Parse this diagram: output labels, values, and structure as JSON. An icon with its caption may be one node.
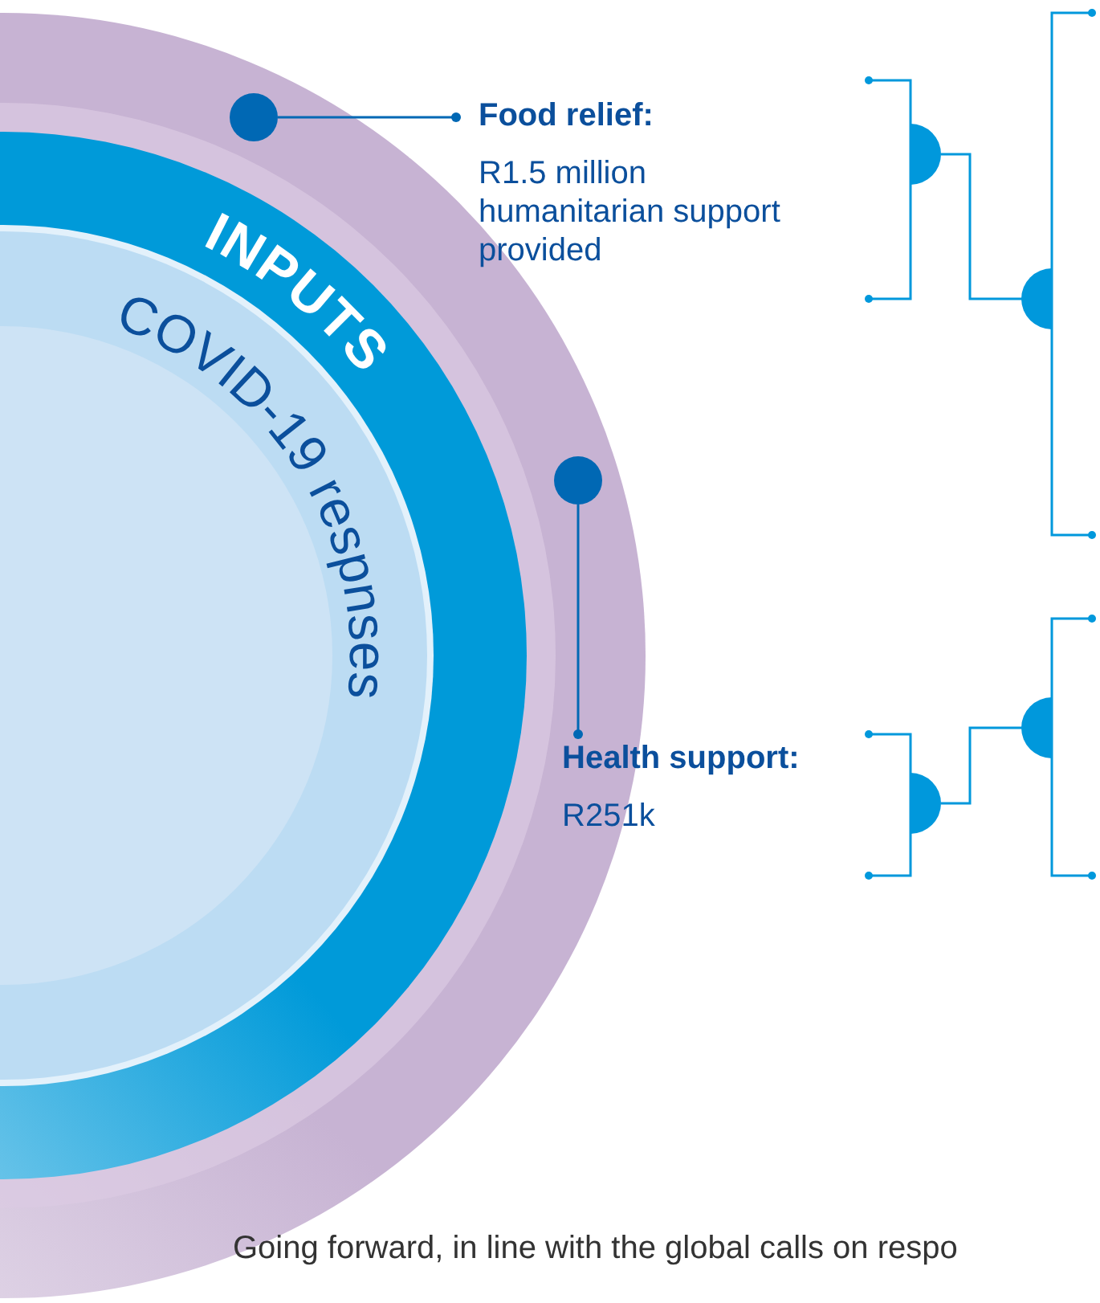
{
  "diagram": {
    "nodes": [
      {
        "text": [],
        "shape": "circle"
      },
      {
        "text": [
          "Food relief:",
          "R1.5 million humanitarian support provided"
        ]
      },
      {
        "text": [],
        "shape": "circle"
      },
      {
        "text": [
          "Health support:",
          "R251k"
        ]
      }
    ],
    "edges": [
      {
        "from": 0,
        "to": 1,
        "arrow": "other"
      },
      {
        "from": 2,
        "to": 3,
        "arrow": "other"
      }
    ],
    "labels": [
      "INPUTS",
      "COVID-19 respnses",
      "Going forward, in line with the global calls on respo"
    ]
  }
}
